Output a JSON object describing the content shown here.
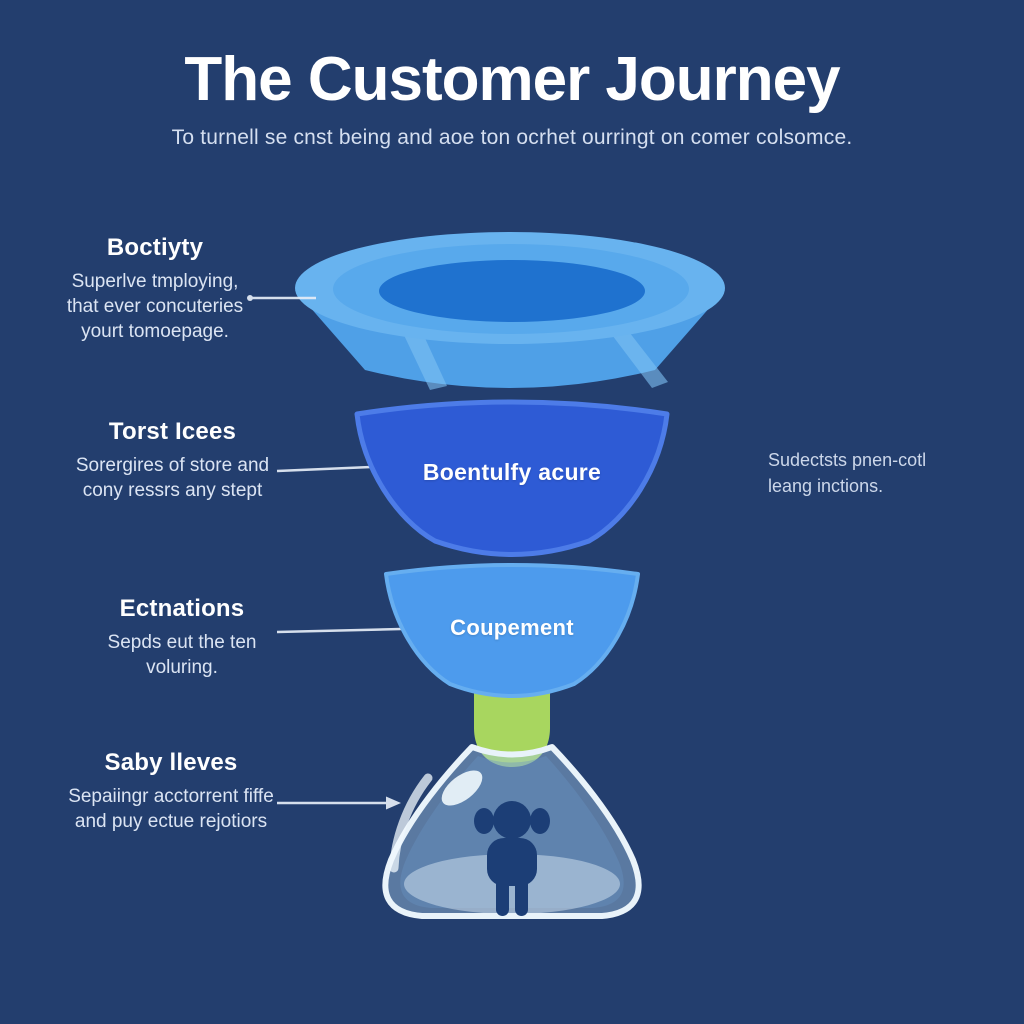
{
  "title": "The Customer Journey",
  "subtitle": "To turnell se cnst being and aoe ton ocrhet ourringt on comer colsomce.",
  "stages": [
    {
      "heading": "Boctiyty",
      "description": "Superlve tmploying,\nthat ever concuteries\nyourt tomoepage."
    },
    {
      "heading": "Torst Icees",
      "description": "Sorergires of store and\ncony ressrs any stept"
    },
    {
      "heading": "Ectnations",
      "description": "Sepds eut the ten\nvoluring."
    },
    {
      "heading": "Saby lleves",
      "description": "Sepaiingr acctorrent fiffe\nand puy ectue rejotiors"
    }
  ],
  "side_note": "Sudectsts pnen-cotl\nleang inctions.",
  "funnel": {
    "stage2_label": "Boentulfy acure",
    "stage3_label": "Coupement"
  },
  "colors": {
    "background": "#233e6e",
    "bowl_rim": "#68b3ef",
    "bowl_body": "#4fa0e7",
    "bowl_hole": "#1f72cf",
    "stage2_fill": "#2e5bd5",
    "stage2_edge": "#4d7ce8",
    "stage3_fill": "#4d9bed",
    "stage3_edge": "#66aef0",
    "neck_green": "#a8d65f",
    "dome_outline": "#ecf5fb",
    "person": "#1c3e76",
    "connector": "#e6edf7",
    "text_primary": "#ffffff",
    "text_secondary": "#dbe4f3"
  }
}
